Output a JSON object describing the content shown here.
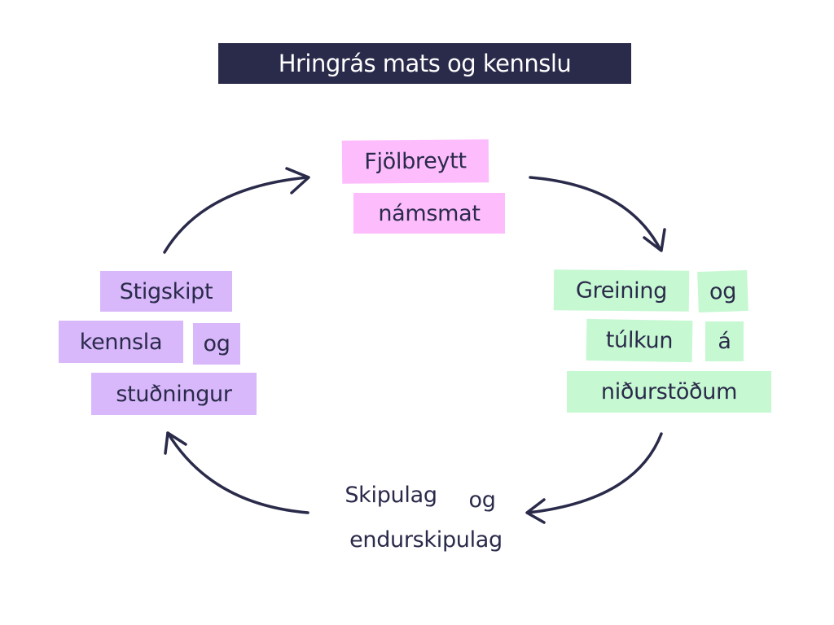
{
  "title": "Hringrás mats og kennslu",
  "colors": {
    "navy": "#2a2a4a",
    "pink": "#fdbdfd",
    "green": "#c6f8d2",
    "purple": "#d8b8fb"
  },
  "nodes": {
    "assessment": [
      "Fjölbreytt",
      "námsmat"
    ],
    "analysis": [
      "Greining",
      "og",
      "túlkun",
      "á",
      "niðurstöðum"
    ],
    "planning": [
      "Skipulag",
      "og",
      "endurskipulag"
    ],
    "teaching": [
      "Stigskipt",
      "kennsla",
      "og",
      "stuðningur"
    ]
  }
}
